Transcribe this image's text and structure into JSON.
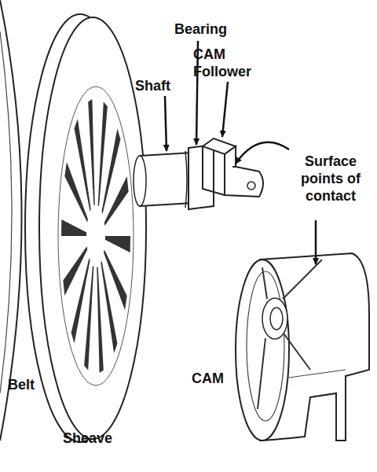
{
  "diagram": {
    "labels": [
      "Bearing",
      "CAM Follower",
      "Shaft",
      "Surface points of contact",
      "Belt",
      "CAM",
      "Sheave"
    ]
  }
}
